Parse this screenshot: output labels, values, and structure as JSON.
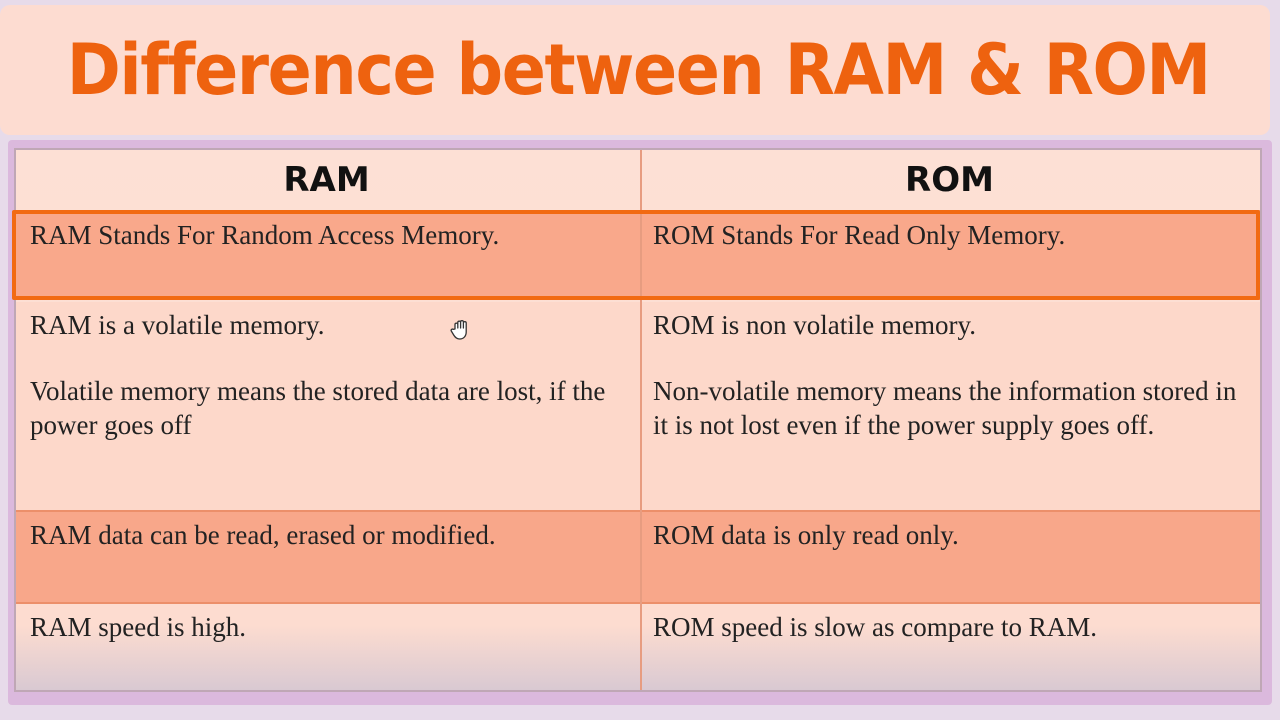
{
  "title": "Difference between RAM & ROM",
  "colors": {
    "title_text": "#ee620f",
    "title_bg": "#fddcd1",
    "highlight_row_bg": "#f9a88b",
    "highlight_border": "#f26a12",
    "frame": "#dbb9dd"
  },
  "table": {
    "headers": [
      "RAM",
      "ROM"
    ],
    "rows": [
      {
        "ram": [
          "RAM Stands For Random Access Memory."
        ],
        "rom": [
          "ROM Stands For Read Only Memory."
        ],
        "highlighted": true,
        "outlined": true
      },
      {
        "ram": [
          "RAM is a volatile memory.",
          "Volatile memory means the stored data are lost, if the power goes off"
        ],
        "rom": [
          "ROM is non volatile memory.",
          "Non-volatile memory means the information stored in it is not lost even if the power supply goes off."
        ],
        "highlighted": false
      },
      {
        "ram": [
          "RAM data can be read, erased or modified."
        ],
        "rom": [
          "ROM data is only read only."
        ],
        "highlighted": true
      },
      {
        "ram": [
          "RAM speed is high."
        ],
        "rom": [
          "ROM speed is slow as compare to RAM."
        ],
        "highlighted": false
      }
    ]
  },
  "cursor": {
    "icon": "hand-grab-cursor-icon"
  }
}
